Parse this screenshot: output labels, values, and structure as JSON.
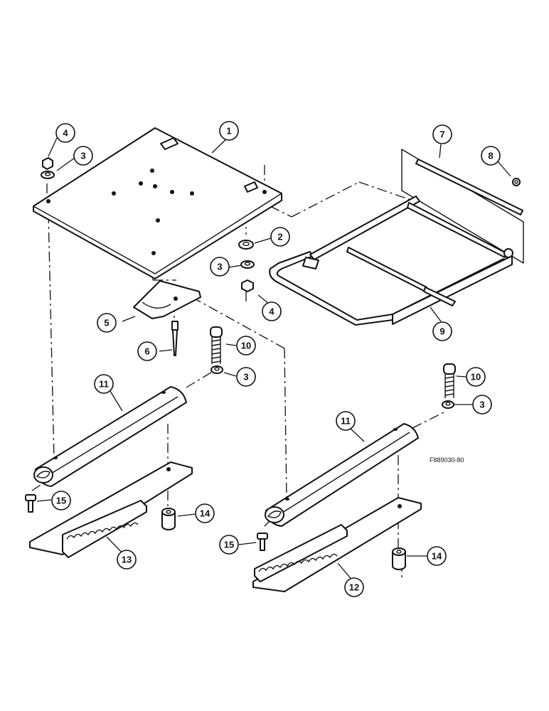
{
  "figure_ref": "F889030-80",
  "callouts": [
    {
      "id": "c1",
      "label": "1"
    },
    {
      "id": "c2",
      "label": "2"
    },
    {
      "id": "c3a",
      "label": "3"
    },
    {
      "id": "c3b",
      "label": "3"
    },
    {
      "id": "c3c",
      "label": "3"
    },
    {
      "id": "c3d",
      "label": "3"
    },
    {
      "id": "c4a",
      "label": "4"
    },
    {
      "id": "c4b",
      "label": "4"
    },
    {
      "id": "c5",
      "label": "5"
    },
    {
      "id": "c6",
      "label": "6"
    },
    {
      "id": "c7",
      "label": "7"
    },
    {
      "id": "c8",
      "label": "8"
    },
    {
      "id": "c9",
      "label": "9"
    },
    {
      "id": "c10a",
      "label": "10"
    },
    {
      "id": "c10b",
      "label": "10"
    },
    {
      "id": "c11a",
      "label": "11"
    },
    {
      "id": "c11b",
      "label": "11"
    },
    {
      "id": "c12",
      "label": "12"
    },
    {
      "id": "c13",
      "label": "13"
    },
    {
      "id": "c14a",
      "label": "14"
    },
    {
      "id": "c14b",
      "label": "14"
    },
    {
      "id": "c15a",
      "label": "15"
    },
    {
      "id": "c15b",
      "label": "15"
    }
  ]
}
